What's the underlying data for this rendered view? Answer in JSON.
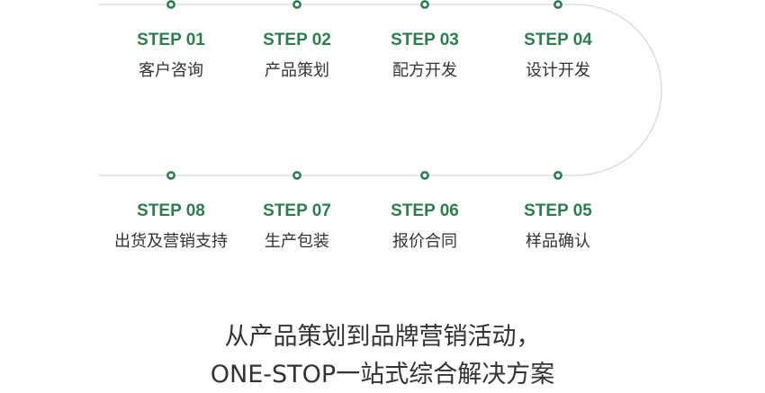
{
  "steps": [
    {
      "label": "STEP 01",
      "name": "客户咨询"
    },
    {
      "label": "STEP 02",
      "name": "产品策划"
    },
    {
      "label": "STEP 03",
      "name": "配方开发"
    },
    {
      "label": "STEP 04",
      "name": "设计开发"
    },
    {
      "label": "STEP 05",
      "name": "样品确认"
    },
    {
      "label": "STEP 06",
      "name": "报价合同"
    },
    {
      "label": "STEP 07",
      "name": "生产包装"
    },
    {
      "label": "STEP 08",
      "name": "出货及营销支持"
    }
  ],
  "tagline": {
    "line1": "从产品策划到品牌营销活动，",
    "line2": "ONE-STOP一站式综合解决方案"
  },
  "colors": {
    "accent": "#2e7d4f",
    "line": "#d6d6d6",
    "text": "#333333"
  }
}
